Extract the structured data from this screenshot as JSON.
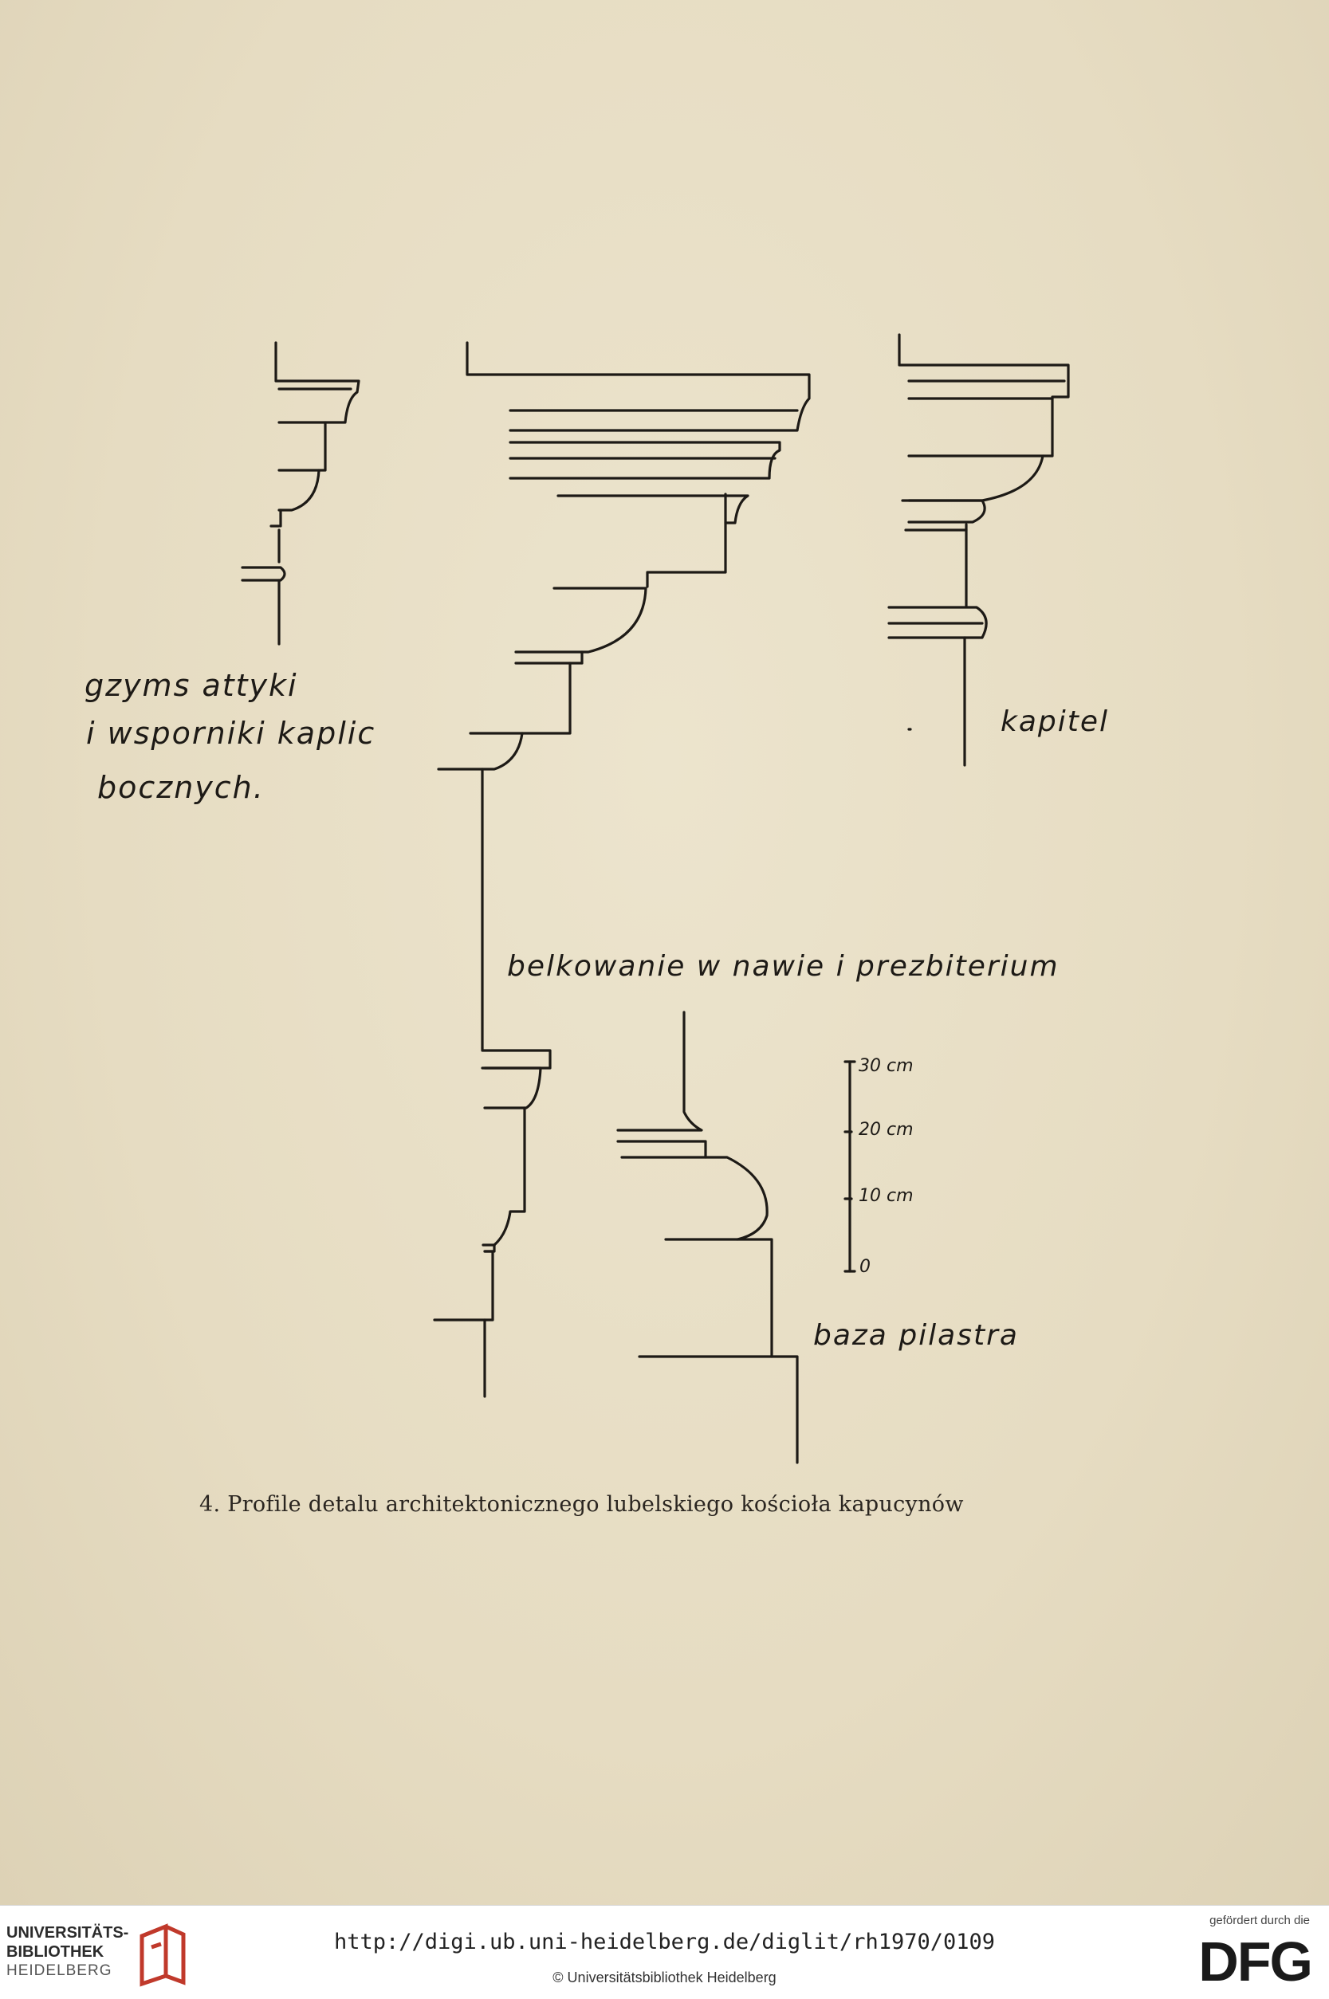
{
  "labels": {
    "gzyms": "gzyms attyki",
    "wsporniki": "i wsporniki kaplic",
    "bocznych": "bocznych.",
    "kapitel": "kapitel",
    "belkowanie": "belkowanie w nawie i prezbiterium",
    "baza": "baza pilastra"
  },
  "scale": {
    "ticks": [
      "30 cm",
      "20 cm",
      "10 cm",
      "0"
    ]
  },
  "caption": "4. Profile detalu architektonicznego lubelskiego kościoła kapucynów",
  "footer": {
    "library_line1": "UNIVERSITÄTS-",
    "library_line2": "BIBLIOTHEK",
    "library_line3": "HEIDELBERG",
    "url": "http://digi.ub.uni-heidelberg.de/diglit/rh1970/0109",
    "copyright": "© Universitätsbibliothek Heidelberg",
    "funded_by": "gefördert durch die",
    "dfg_logo": "DFG"
  },
  "colors": {
    "paper": "#e8dfc7",
    "ink": "#1d1a16",
    "logo_red": "#c0392b"
  }
}
